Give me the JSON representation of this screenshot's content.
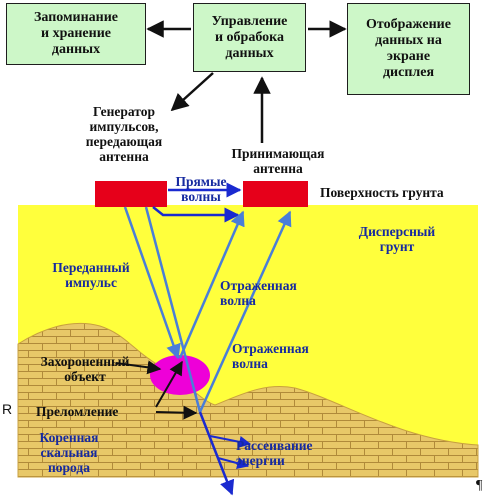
{
  "boxes": {
    "storage": "Запоминание\nи хранение\nданных",
    "control": "Управление\nи обрабока\nданных",
    "display": "Отображение\nданных на\nэкране\nдисплея"
  },
  "labels": {
    "generator": "Генератор\nимпульсов,\nпередающая\nантенна",
    "receiver": "Принимающая\nантенна",
    "direct_waves": "Прямые\nволны",
    "surface": "Поверхность грунта",
    "dispersed_soil": "Дисперсный\nгрунт",
    "transmitted_pulse": "Переданный\nимпульс",
    "reflected_wave_1": "Отраженная\nволна",
    "reflected_wave_2": "Отраженная\nволна",
    "buried_object": "Захороненный\nобъект",
    "refraction": "Преломление",
    "bedrock": "Коренная\nскальная\nпорода",
    "scattering": "Рассеивание\nэнергии",
    "margin_letter": "R",
    "pilcrow": "¶"
  },
  "colors": {
    "soil": "#ffff3c",
    "bedrock": "#e8c868",
    "brick_lines": "#b08a3a",
    "antenna": "#e6001a",
    "object": "#ee00d8",
    "ray": "#4a7ed8",
    "box_fill": "#cdf7c8",
    "label_blue": "#162aa0"
  }
}
